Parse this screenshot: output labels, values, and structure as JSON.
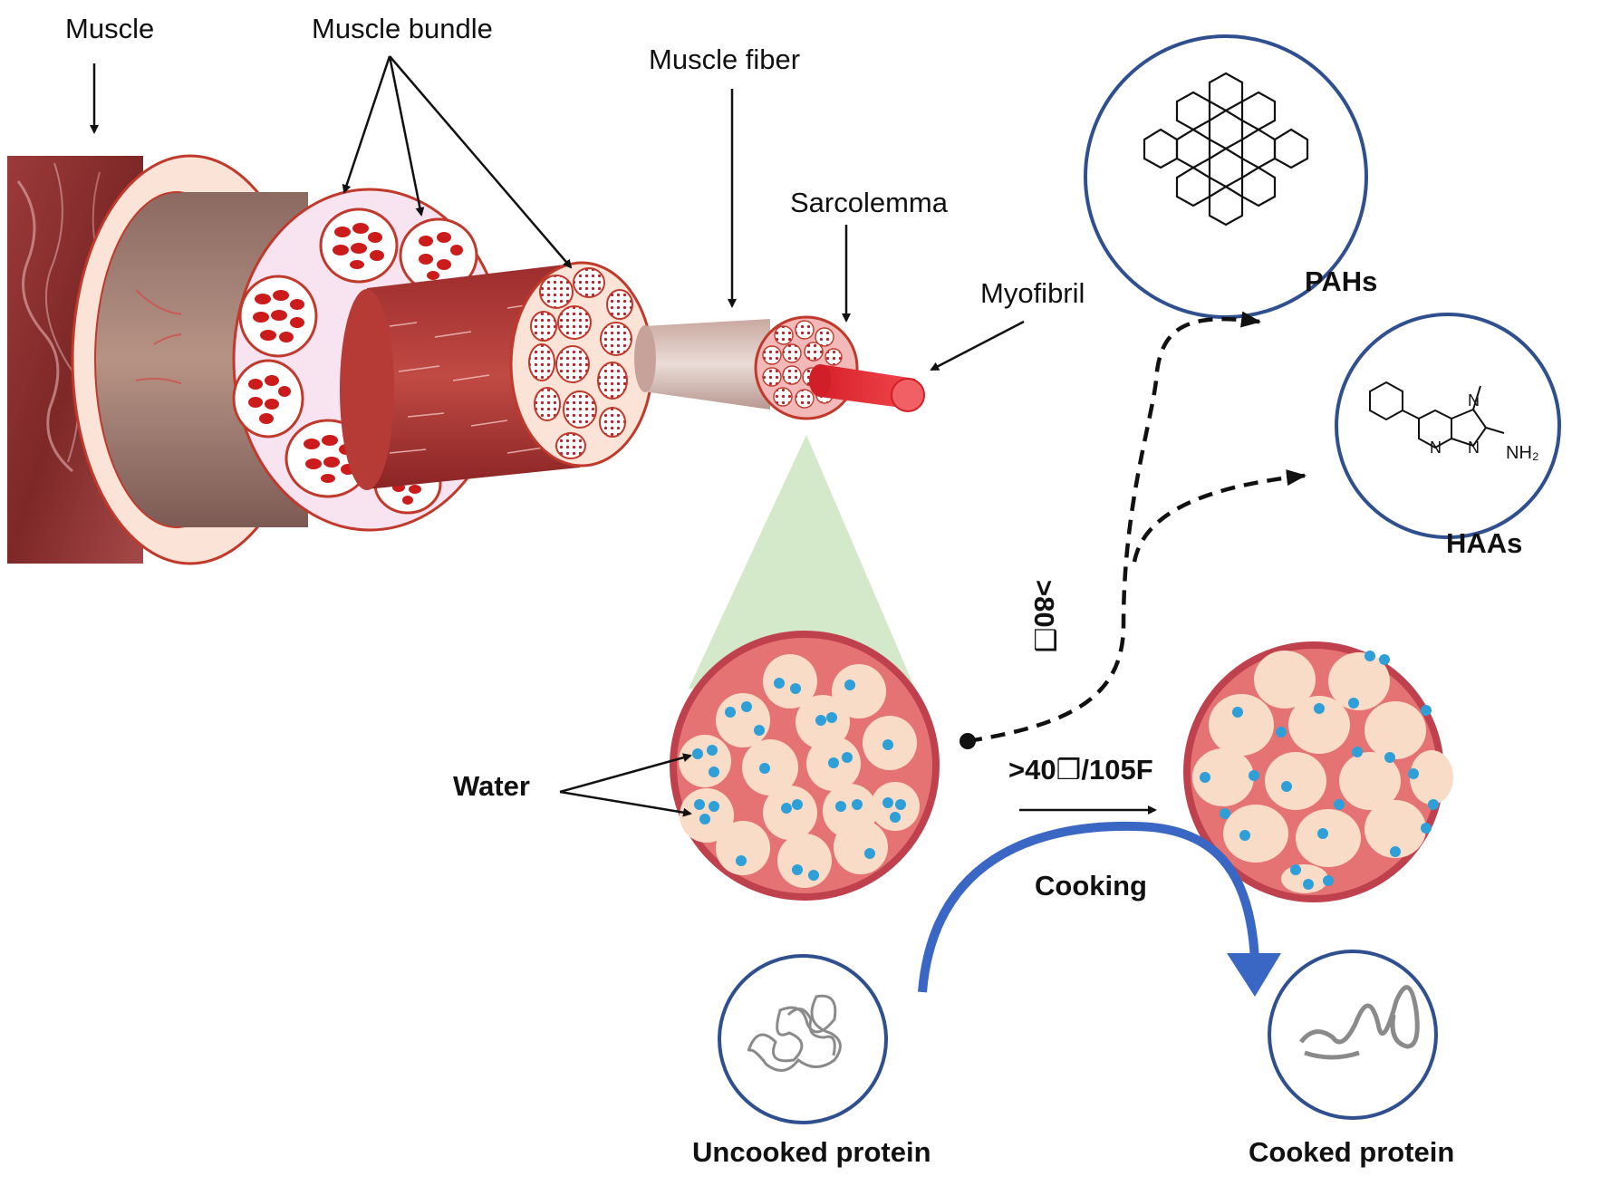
{
  "labels": {
    "muscle": "Muscle",
    "muscle_bundle": "Muscle bundle",
    "muscle_fiber": "Muscle fiber",
    "sarcolemma": "Sarcolemma",
    "myofibril": "Myofibril",
    "water": "Water",
    "pahs": "PAHs",
    "haas": "HAAs",
    "temp_high": ">80❒",
    "temp_cook": ">40❒/105F",
    "cooking": "Cooking",
    "uncooked_protein": "Uncooked protein",
    "cooked_protein": "Cooked protein",
    "nh2": "NH₂",
    "n_atom": "N"
  },
  "colors": {
    "muscle_red": "#c0392b",
    "fiber_red": "#d9444a",
    "circle_border_blue": "#2f4f8f",
    "water_blue": "#2f9fd8",
    "cell_fill": "#f9dcc8",
    "matrix_fill": "#e57373",
    "sheath_pink": "#f8e3f0",
    "cone_green": "#cfe6c4",
    "cooking_arrow_blue": "#3a66c4"
  }
}
